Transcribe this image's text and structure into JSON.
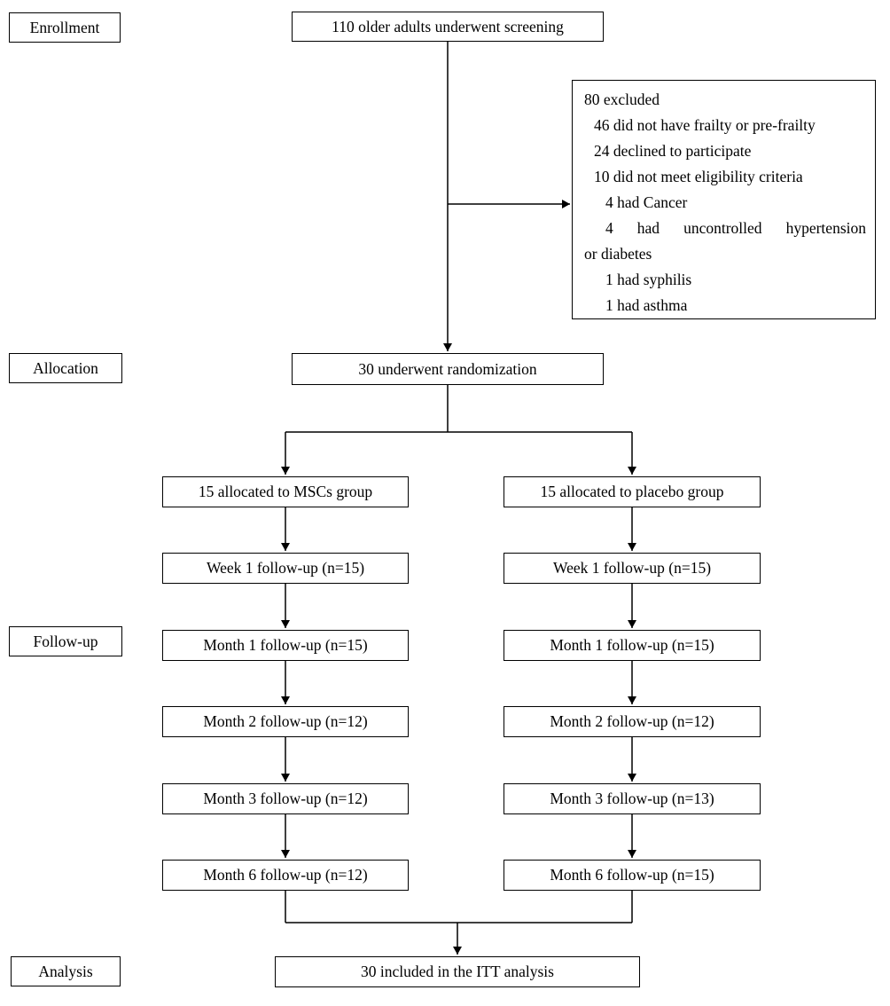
{
  "stages": {
    "enrollment": "Enrollment",
    "allocation": "Allocation",
    "followup": "Follow-up",
    "analysis": "Analysis"
  },
  "flow": {
    "screening": "110 older adults underwent screening",
    "randomization": "30 underwent randomization",
    "itt": "30 included in the ITT analysis"
  },
  "exclusion": {
    "lines": [
      "80 excluded",
      "46 did not have frailty or pre-frailty",
      "24 declined to participate",
      "10 did not meet eligibility criteria",
      "4 had Cancer",
      "4 had uncontrolled hypertension",
      "or diabetes",
      "1 had syphilis",
      "1 had asthma"
    ]
  },
  "msc_group": {
    "allocated": "15 allocated to MSCs group",
    "followups": [
      "Week 1 follow-up (n=15)",
      "Month 1 follow-up (n=15)",
      "Month 2 follow-up (n=12)",
      "Month 3 follow-up (n=12)",
      "Month 6 follow-up (n=12)"
    ]
  },
  "placebo_group": {
    "allocated": "15 allocated to placebo group",
    "followups": [
      "Week 1 follow-up (n=15)",
      "Month 1 follow-up (n=15)",
      "Month 2 follow-up (n=12)",
      "Month 3 follow-up (n=13)",
      "Month 6 follow-up (n=15)"
    ]
  },
  "colors": {
    "line": "#000000",
    "box_border": "#000000",
    "background": "#ffffff"
  }
}
